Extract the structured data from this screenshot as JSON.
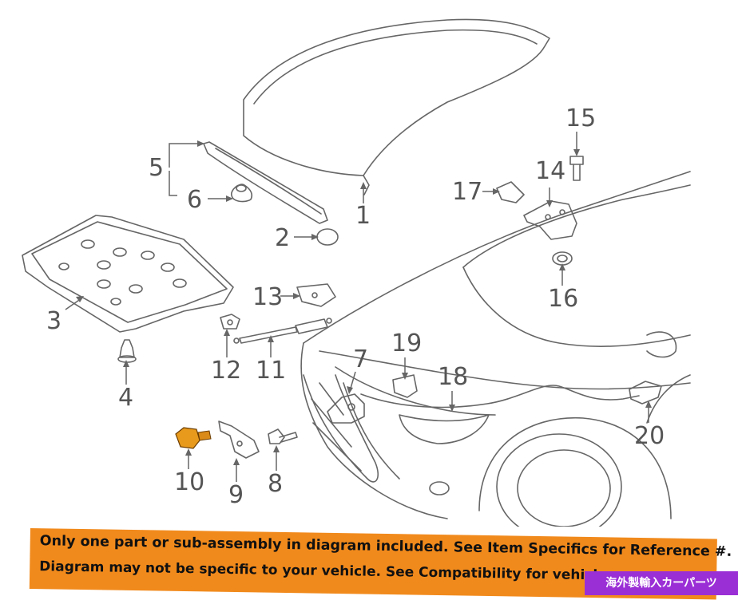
{
  "diagram": {
    "callouts": [
      "1",
      "2",
      "3",
      "4",
      "5",
      "6",
      "7",
      "8",
      "9",
      "10",
      "11",
      "12",
      "13",
      "14",
      "15",
      "16",
      "17",
      "18",
      "19",
      "20"
    ],
    "highlight_color": "#e89a1c",
    "line_color": "#666666"
  },
  "disclaimer": {
    "line1": "Only one part or sub-assembly in diagram included. See Item Specifics for Reference #.",
    "line2": "Diagram may not be specific to your vehicle. See Compatibility for vehicle-spec",
    "background": "#f18a1c"
  },
  "badge": {
    "text": "海外製輸入カーパーツ",
    "background": "#9b2fd6"
  }
}
